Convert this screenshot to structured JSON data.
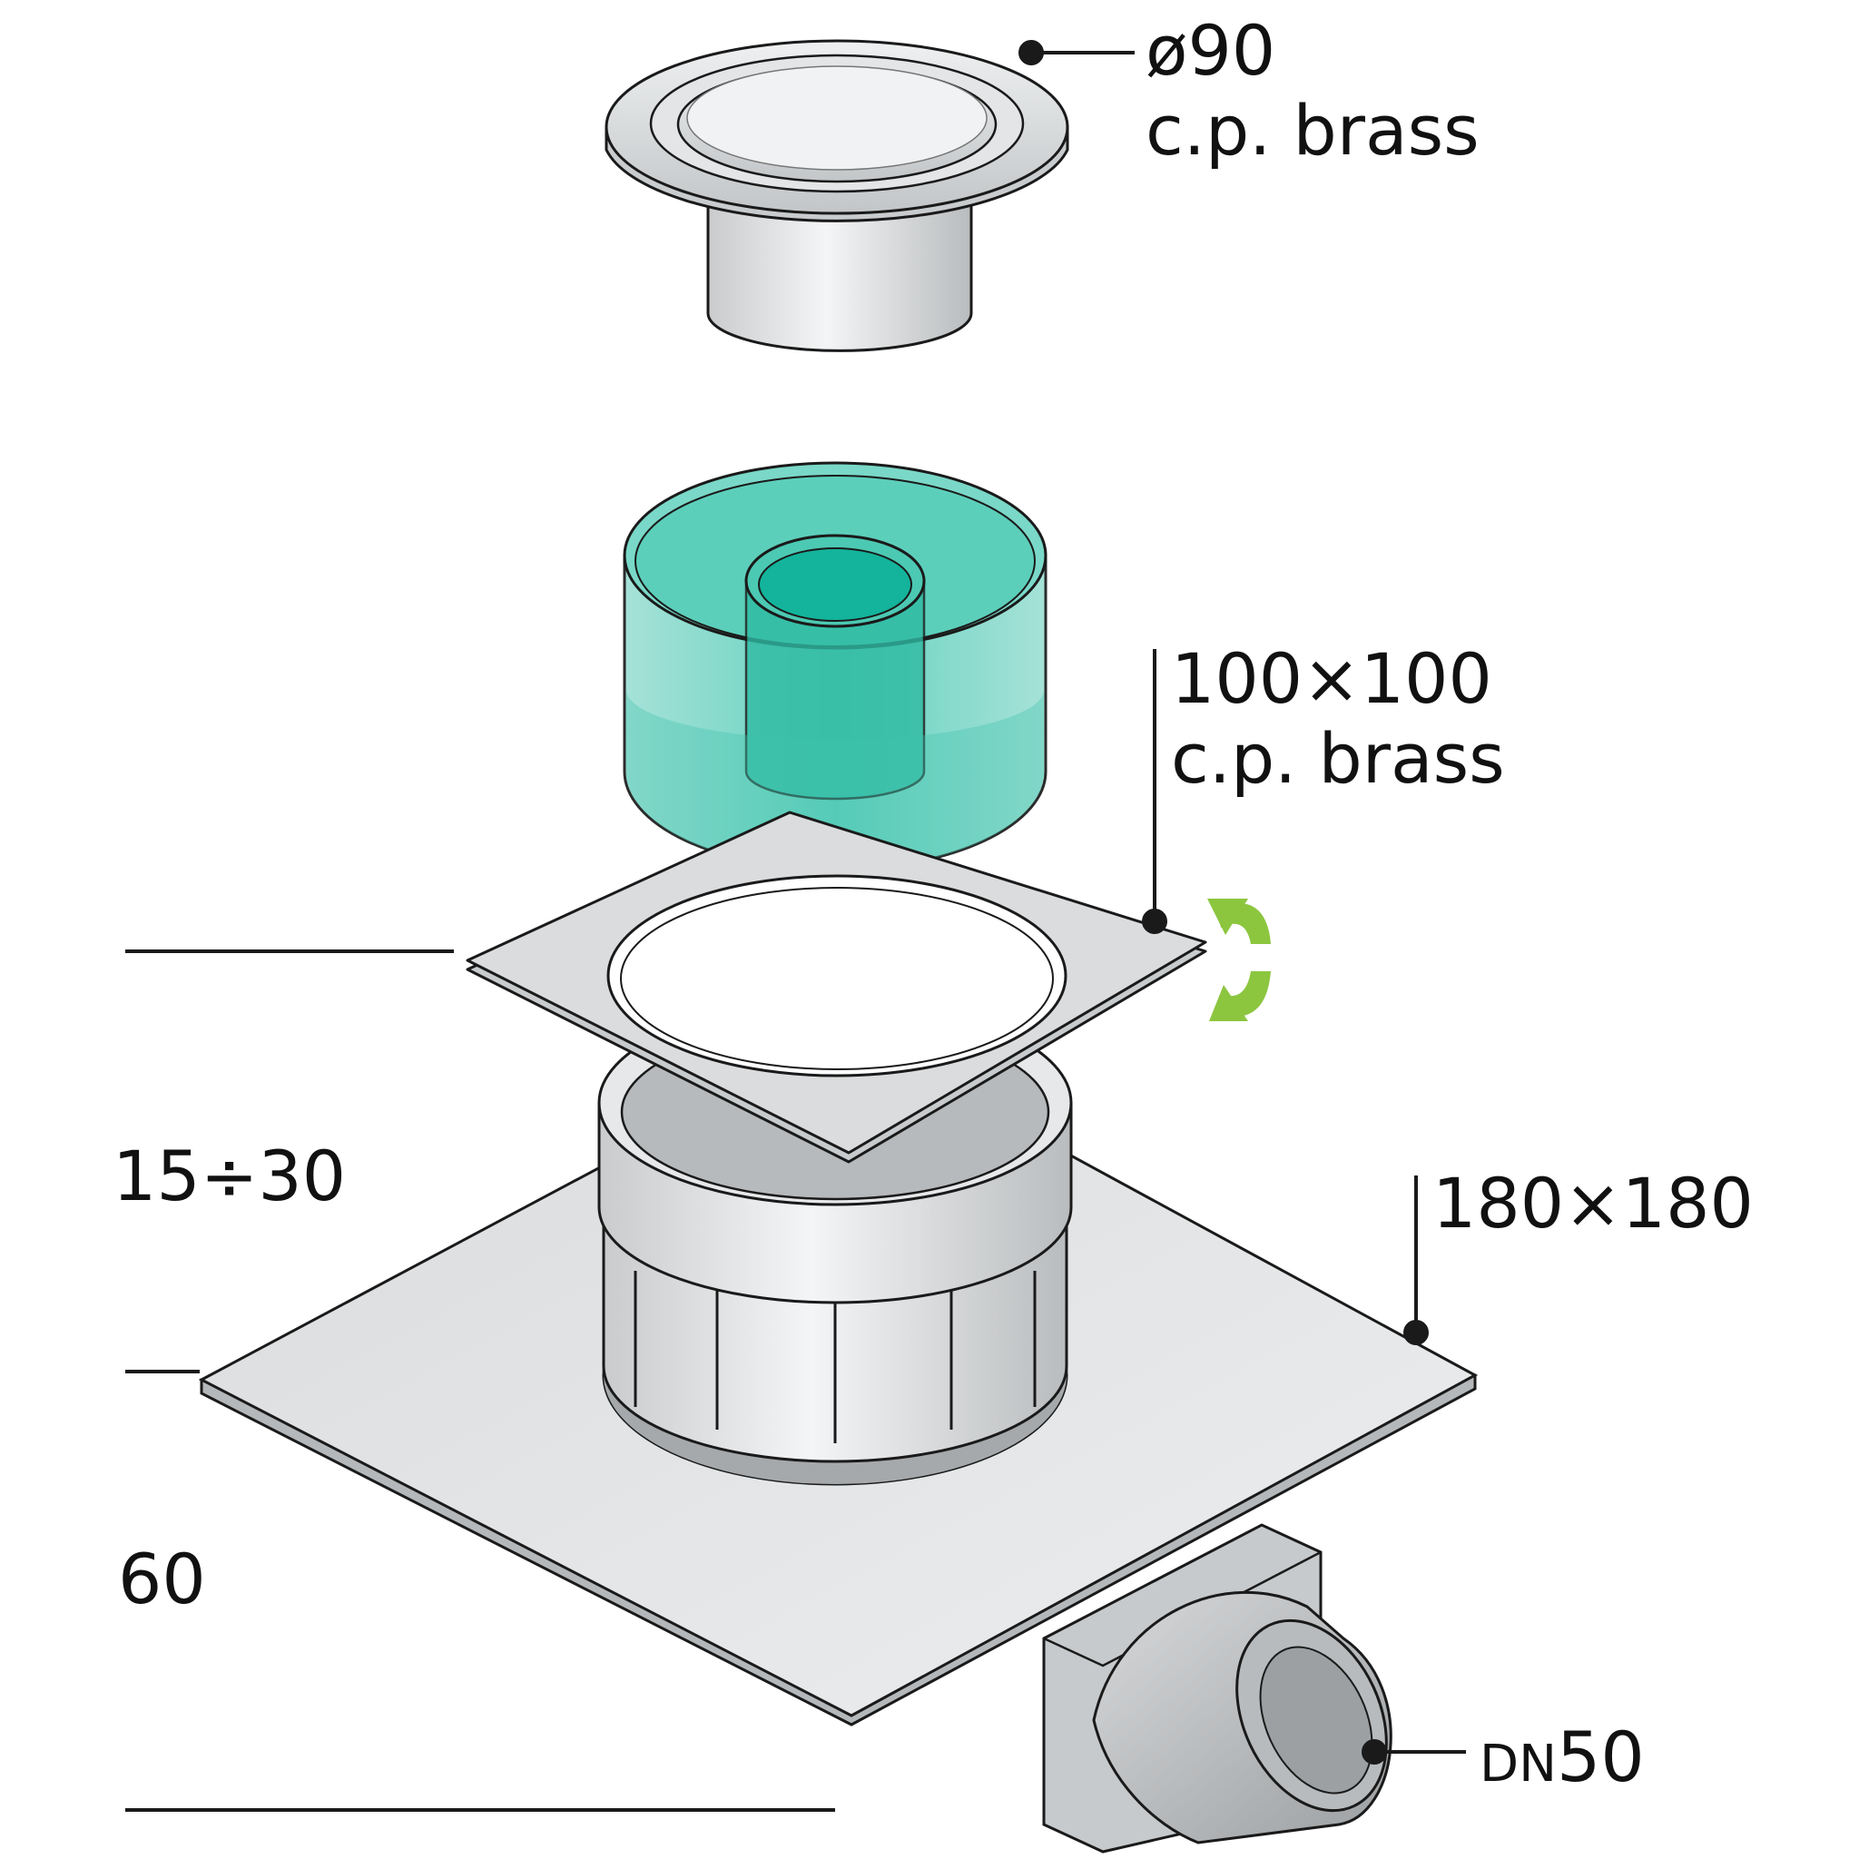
{
  "labels": {
    "grate_round": {
      "size": "ø90",
      "material": "c.p. brass"
    },
    "grate_square": {
      "size": "100×100",
      "material": "c.p. brass"
    },
    "base_plate": {
      "size": "180×180"
    },
    "outlet": {
      "prefix": "DN",
      "size": "50"
    },
    "height_adjust": "15÷30",
    "body_height": "60"
  },
  "colors": {
    "line": "#1a1a1a",
    "metal_light": "#f0f2f3",
    "metal_mid": "#d3d6d8",
    "metal_dark": "#a9acae",
    "trap_teal": "#3fc4ad",
    "trap_teal_light": "#8fdcd0",
    "rotate_arrow": "#8cc63f"
  },
  "icons": {
    "rotation": "rotate-arrows-icon"
  }
}
